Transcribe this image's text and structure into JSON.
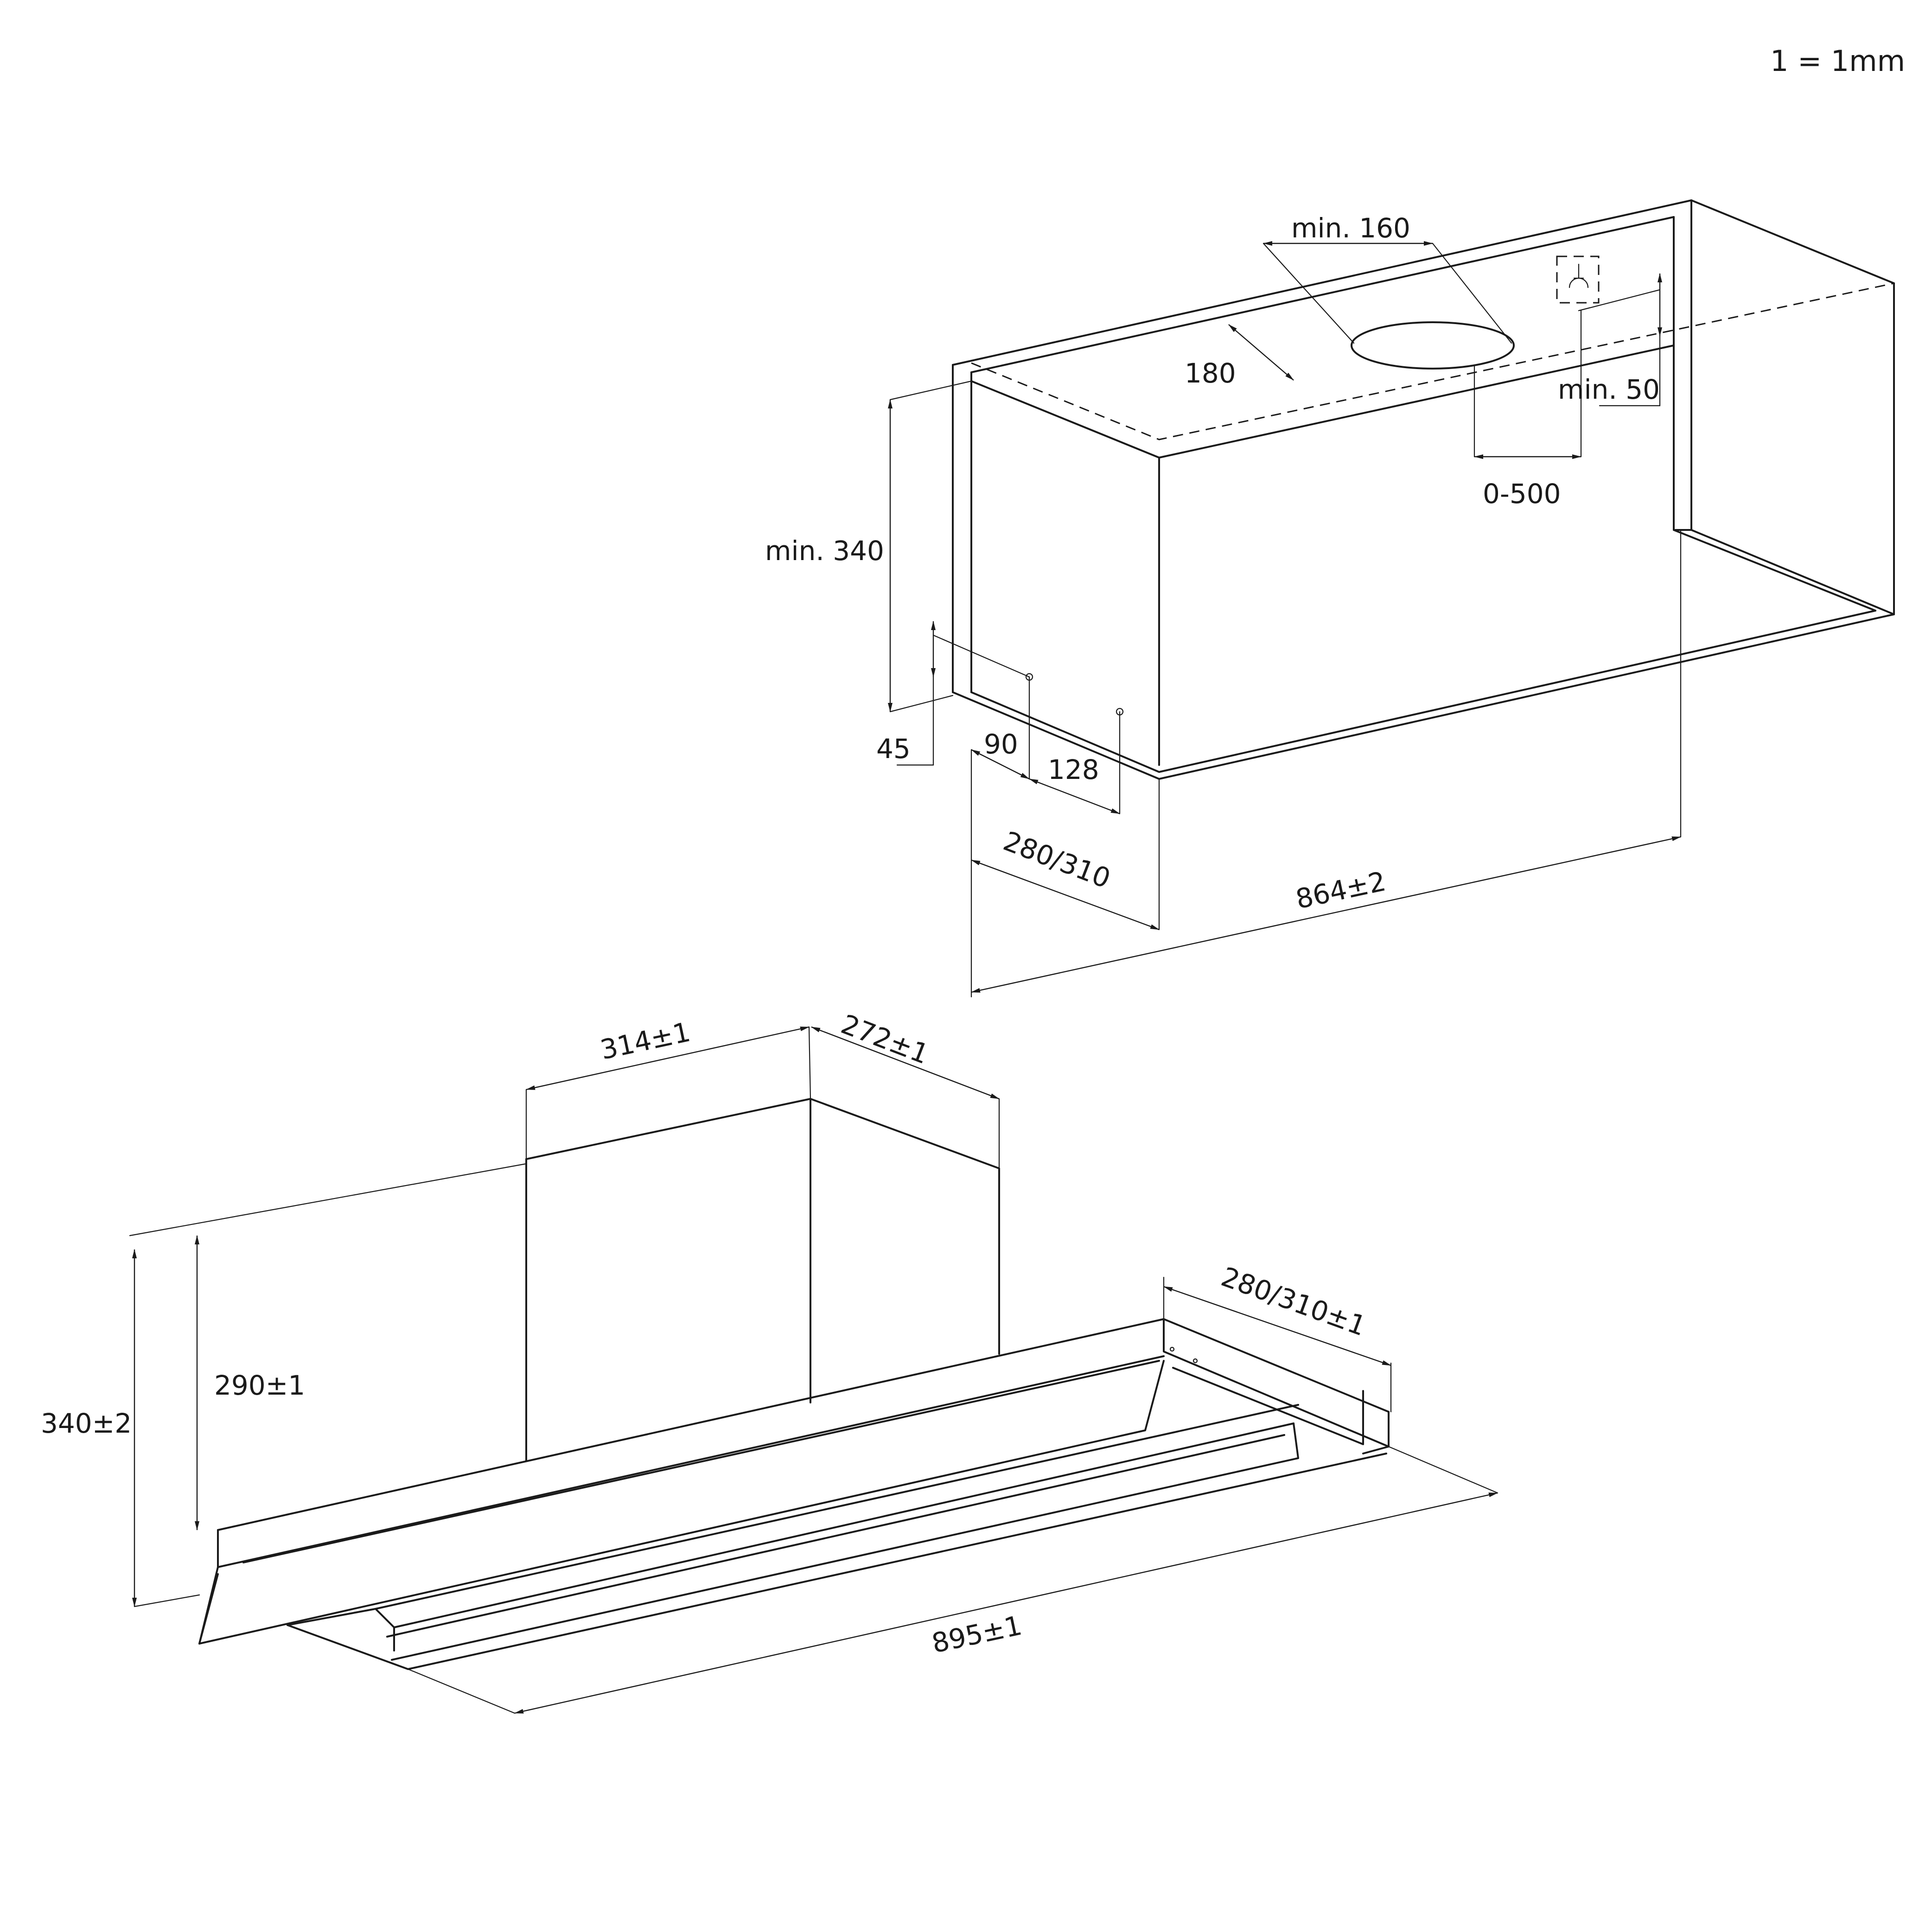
{
  "scale_note": "1 = 1mm",
  "installation": {
    "duct_width": "min. 160",
    "duct_depth": "180",
    "socket_clearance": "min. 50",
    "duct_offset": "0-500",
    "cabinet_height": "min. 340",
    "screw_height": "45",
    "screw_offset_1": "90",
    "screw_offset_2": "128",
    "cabinet_depth": "280/310",
    "cabinet_width": "864±2"
  },
  "hood": {
    "chimney_width": "314±1",
    "chimney_depth": "272±1",
    "frame_depth": "280/310±1",
    "body_height": "290±1",
    "total_height": "340±2",
    "total_width": "895±1"
  }
}
